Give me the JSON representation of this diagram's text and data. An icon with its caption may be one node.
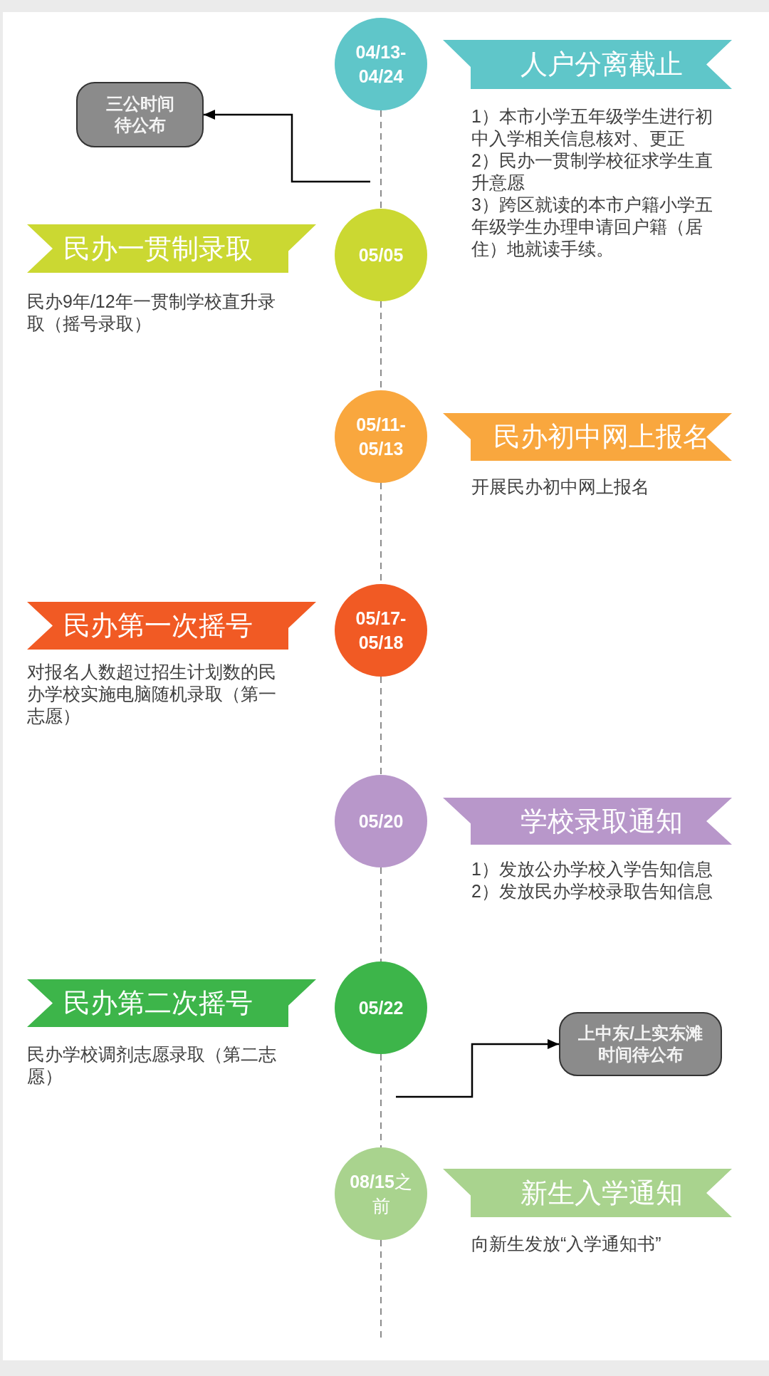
{
  "diagram": {
    "nodes": [
      {
        "text": [
          "04/13- 04/24"
        ]
      },
      {
        "text": [
          "人户分离截止"
        ],
        "beside": [
          "1）本市小学五年级学生进行初中入学相关信息核对、更正",
          "2）民办一贯制学校征求学生直升意愿",
          "3）跨区就读的本市户籍小学五年级学生办理申请回户籍（居住）地就读手续。"
        ]
      },
      {
        "text": [
          "三公时间待公布"
        ]
      },
      {
        "text": [
          "民办一贯制录取"
        ],
        "beside": [
          "民办9年/12年一贯制学校直升录取（摇号录取）"
        ]
      },
      {
        "text": [
          "05/05"
        ]
      },
      {
        "text": [
          "05/11- 05/13"
        ]
      },
      {
        "text": [
          "民办初中网上报名"
        ],
        "beside": [
          "开展民办初中网上报名"
        ]
      },
      {
        "text": [
          "民办第一次摇号"
        ],
        "beside": [
          "对报名人数超过招生计划数的民办学校实施电脑随机录取（第一志愿）"
        ]
      },
      {
        "text": [
          "05/17- 05/18"
        ]
      },
      {
        "text": [
          "05/20"
        ]
      },
      {
        "text": [
          "学校录取通知"
        ],
        "beside": [
          "1）发放公办学校入学告知信息",
          "2）发放民办学校录取告知信息"
        ]
      },
      {
        "text": [
          "民办第二次摇号"
        ],
        "beside": [
          "民办学校调剂志愿录取（第二志愿）"
        ]
      },
      {
        "text": [
          "05/22"
        ]
      },
      {
        "text": [
          "上中东/上实东滩时间待公布"
        ]
      },
      {
        "text": [
          "**08/15**之前"
        ]
      },
      {
        "text": [
          "新生入学通知"
        ],
        "beside": [
          "向新生发放“入学通知书”"
        ]
      }
    ],
    "edges": [
      {
        "from": 0,
        "to": 4,
        "arrow": "none",
        "style": "dashed"
      },
      {
        "from": 4,
        "to": 5,
        "arrow": "none",
        "style": "dashed"
      },
      {
        "from": 5,
        "to": 8,
        "arrow": "none",
        "style": "dashed"
      },
      {
        "from": 8,
        "to": 9,
        "arrow": "none",
        "style": "dashed"
      },
      {
        "from": 9,
        "to": 12,
        "arrow": "none",
        "style": "dashed"
      },
      {
        "from": 12,
        "to": 14,
        "arrow": "none",
        "style": "dashed"
      },
      {
        "from": 14,
        "to": null,
        "arrow": "none",
        "style": "dashed"
      },
      {
        "from": null,
        "to": 2,
        "arrow": "to",
        "color": "#000000"
      },
      {
        "from": null,
        "to": 13,
        "arrow": "to",
        "color": "#000000"
      }
    ]
  }
}
